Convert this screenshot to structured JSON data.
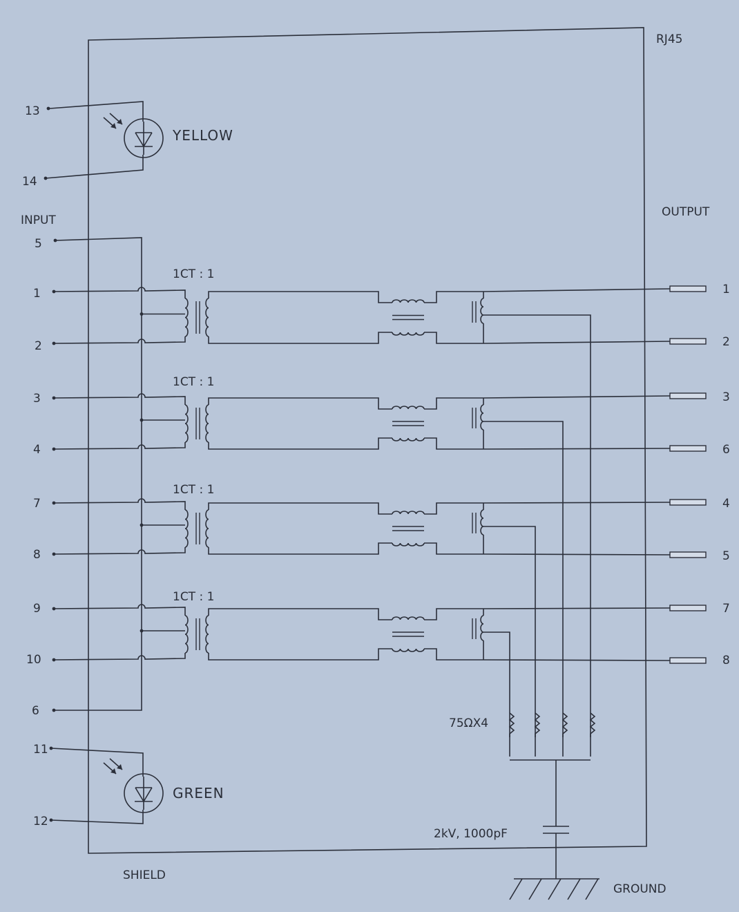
{
  "header": {
    "part": "RJ45"
  },
  "sections": {
    "input": "INPUT",
    "output": "OUTPUT"
  },
  "leds": [
    {
      "color_label": "YELLOW",
      "pin_a": "13",
      "pin_b": "14"
    },
    {
      "color_label": "GREEN",
      "pin_a": "11",
      "pin_b": "12"
    }
  ],
  "input_pins": {
    "top_common": "5",
    "bottom_common": "6",
    "channels": [
      {
        "a": "1",
        "b": "2"
      },
      {
        "a": "3",
        "b": "4"
      },
      {
        "a": "7",
        "b": "8"
      },
      {
        "a": "9",
        "b": "10"
      }
    ]
  },
  "transformer_label": "1CT : 1",
  "output_pins": [
    "1",
    "2",
    "3",
    "6",
    "4",
    "5",
    "7",
    "8"
  ],
  "components": {
    "resistors": "75ΩX4",
    "capacitor": "2kV, 1000pF"
  },
  "footer": {
    "shield": "SHIELD",
    "ground": "GROUND"
  }
}
